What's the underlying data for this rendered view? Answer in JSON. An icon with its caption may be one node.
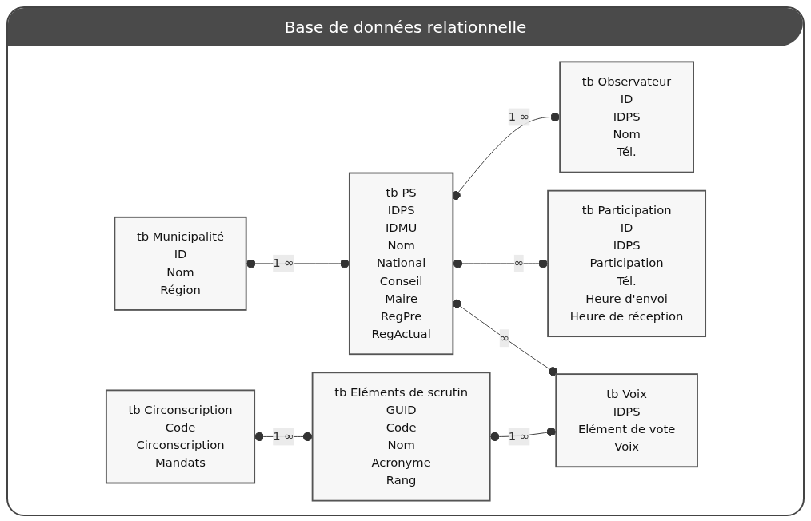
{
  "diagram": {
    "title": "Base de données relationnelle",
    "nodes": [
      {
        "text": [
          "tb Municipalité",
          "ID",
          "Nom",
          "Région"
        ]
      },
      {
        "text": [
          "tb PS",
          "IDPS",
          "IDMU",
          "Nom",
          "National",
          "Conseil",
          "Maire",
          "RegPre",
          "RegActual"
        ]
      },
      {
        "text": [
          "tb Observateur",
          "ID",
          "IDPS",
          "Nom",
          "Tél."
        ]
      },
      {
        "text": [
          "tb Participation",
          "ID",
          "IDPS",
          "Participation",
          "Tél.",
          "Heure d'envoi",
          "Heure de réception"
        ]
      },
      {
        "text": [
          "tb Circonscription",
          "Code",
          "Circonscription",
          "Mandats"
        ]
      },
      {
        "text": [
          "tb Eléments de scrutin",
          "GUID",
          "Code",
          "Nom",
          "Acronyme",
          "Rang"
        ]
      },
      {
        "text": [
          "tb Voix",
          "IDPS",
          "Elément de vote",
          "Voix"
        ]
      }
    ],
    "edges": [
      {
        "from": 0,
        "to": 1,
        "arrow": "other",
        "label": "1 ∞"
      },
      {
        "from": 1,
        "to": 2,
        "arrow": "other",
        "label": "1 ∞"
      },
      {
        "from": 1,
        "to": 3,
        "arrow": "other",
        "label": "∞"
      },
      {
        "from": 1,
        "to": 6,
        "arrow": "other",
        "label": "∞"
      },
      {
        "from": 4,
        "to": 5,
        "arrow": "other",
        "label": "1 ∞"
      },
      {
        "from": 5,
        "to": 6,
        "arrow": "other",
        "label": "1 ∞"
      }
    ]
  }
}
